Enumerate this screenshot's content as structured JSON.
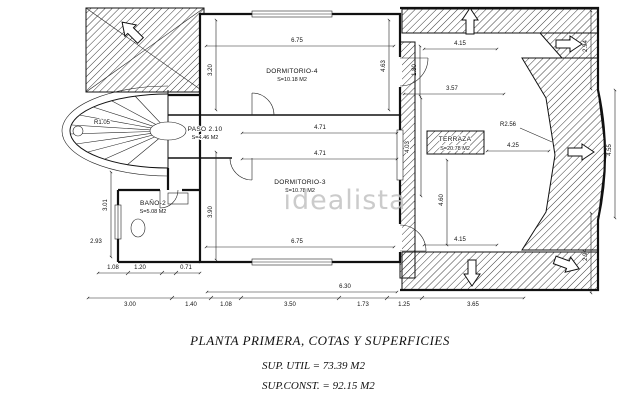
{
  "watermark": "idealista",
  "colors": {
    "ink": "#111111",
    "watermark_gray": "#c3c3c3"
  },
  "title": {
    "heading": "PLANTA PRIMERA, COTAS Y SUPERFICIES",
    "sup_util": "SUP. UTIL = 73.39 M2",
    "sup_const": "SUP.CONST. = 92.15 M2"
  },
  "rooms": {
    "dormitorio4": {
      "name": "DORMITORIO-4",
      "area": "S=10.18 M2"
    },
    "dormitorio3": {
      "name": "DORMITORIO-3",
      "area": "S=10.78 M2"
    },
    "paso": {
      "name": "PASO 2.10",
      "area": "S=4.46 M2"
    },
    "bano2": {
      "name": "BAÑO-2",
      "area": "S=5.08 M2"
    },
    "terraza": {
      "name": "TERRAZA",
      "area": "S=20.78 M2"
    }
  },
  "dims": {
    "top_675": "6.75",
    "bot_675": "6.75",
    "top_415": "4.15",
    "bot_415": "4.15",
    "v_320": "3.20",
    "v_463": "4.63",
    "v_180": "1.80",
    "h_357": "3.57",
    "r_256": "R2.56",
    "h_425": "4.25",
    "v_455": "4.55",
    "v_294_top": "2.94",
    "v_294_bot": "2.94",
    "h_471_a": "4.71",
    "h_471_b": "4.71",
    "v_403": "4.03",
    "r_105": "R1.05",
    "v_460": "4.60",
    "v_390": "3.90",
    "v_301": "3.01",
    "h_293": "2.93",
    "h_108": "1.08",
    "h_120": "1.20",
    "h_071": "0.71",
    "h_630": "6.30",
    "chain": [
      "3.00",
      "1.40",
      "1.08",
      "3.50",
      "1.73",
      "1.25",
      "3.65"
    ]
  }
}
